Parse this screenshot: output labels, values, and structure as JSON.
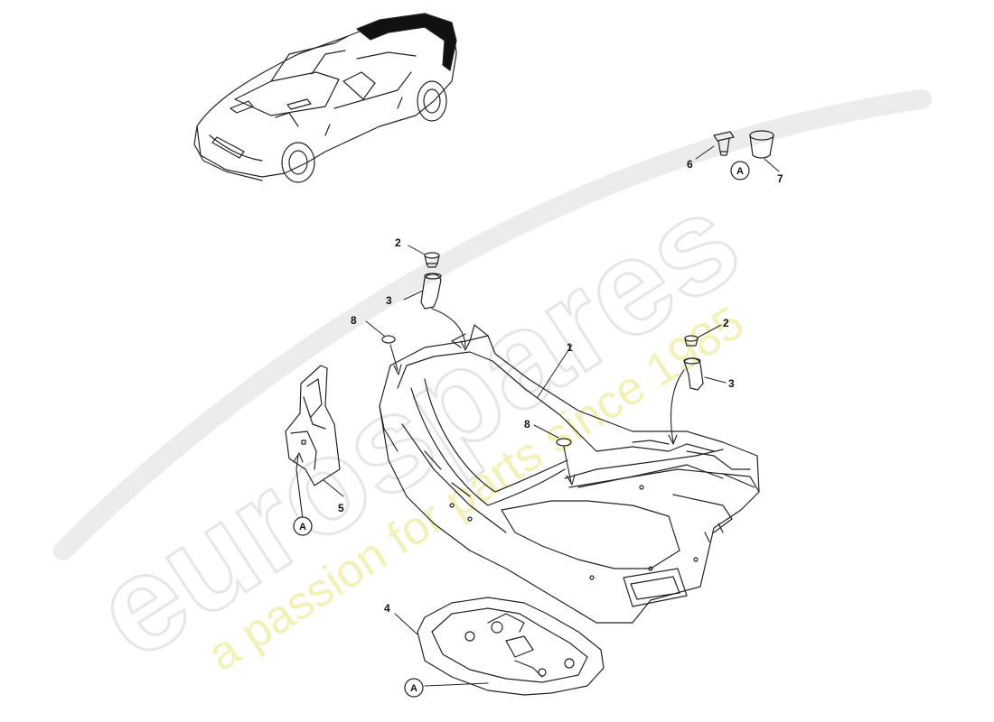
{
  "watermark": {
    "brand": "eurospares",
    "tagline": "a passion for parts since 1985",
    "brand_color": "#e6e6e6",
    "tagline_color": "#f3f0b8"
  },
  "callouts": {
    "c1": "1",
    "c2a": "2",
    "c2b": "2",
    "c3a": "3",
    "c3b": "3",
    "c4": "4",
    "c5": "5",
    "c6": "6",
    "c7": "7",
    "c8a": "8",
    "c8b": "8"
  },
  "refs": {
    "a1": "A",
    "a2": "A",
    "a3": "A"
  },
  "icons": {
    "car": "car-convertible-icon",
    "part1": "boot-liner-icon",
    "part2": "grommet-icon",
    "part3": "drain-hose-icon",
    "part4": "tray-icon",
    "part5": "side-trim-icon",
    "part6": "clip-icon",
    "part7": "plug-icon",
    "part8": "plug-icon"
  }
}
